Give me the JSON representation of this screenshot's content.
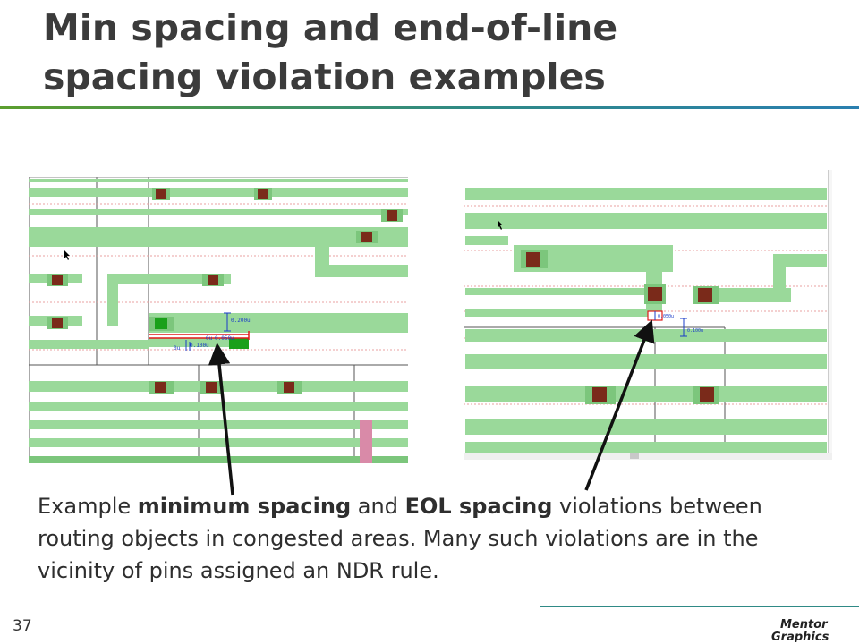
{
  "slide": {
    "title_line1": "Min spacing and end-of-line",
    "title_line2": "spacing violation examples",
    "page_number": "37",
    "logo_text": "Mentor Graphics"
  },
  "caption": {
    "t1": "Example ",
    "b1": "minimum spacing",
    "t2": " and ",
    "b2": "EOL spacing",
    "t3": " violations between routing objects in congested areas. Many such violations are in the vicinity of pins assigned an NDR rule."
  },
  "left_screenshot": {
    "labels": [
      "0.200u",
      "0u",
      "0.050u",
      "0u",
      "0.100u"
    ]
  },
  "right_screenshot": {
    "labels": [
      "0.050u",
      "0.100u"
    ]
  },
  "colors": {
    "wire": "#9ad99a",
    "wire_dark": "#7cc67c",
    "via": "#7a2a1a",
    "pin_green": "#1aa01a",
    "violation_red": "#e01a1a",
    "ruler_blue": "#1a3cc8",
    "pink_pin": "#d98aa8"
  }
}
